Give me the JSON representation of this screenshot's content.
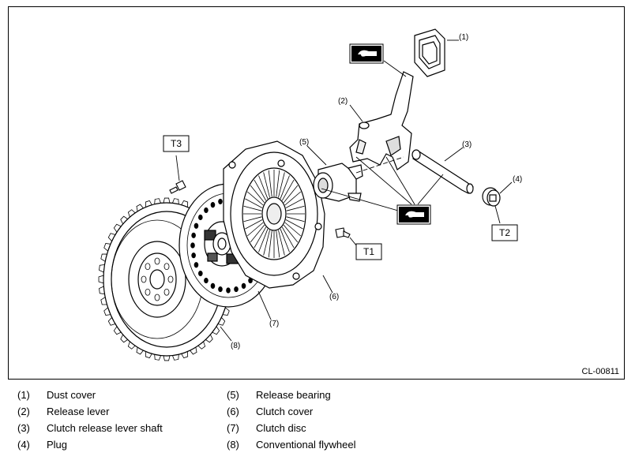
{
  "diagram": {
    "code": "CL-00811",
    "callouts": [
      "(1)",
      "(2)",
      "(3)",
      "(4)",
      "(5)",
      "(6)",
      "(7)",
      "(8)"
    ],
    "torque_labels": [
      "T1",
      "T2",
      "T3"
    ],
    "icons": [
      "grease-icon",
      "grease-icon"
    ]
  },
  "legend": {
    "items": [
      {
        "num": "(1)",
        "text": "Dust cover"
      },
      {
        "num": "(2)",
        "text": "Release lever"
      },
      {
        "num": "(3)",
        "text": "Clutch release lever shaft"
      },
      {
        "num": "(4)",
        "text": "Plug"
      },
      {
        "num": "(5)",
        "text": "Release bearing"
      },
      {
        "num": "(6)",
        "text": "Clutch cover"
      },
      {
        "num": "(7)",
        "text": "Clutch disc"
      },
      {
        "num": "(8)",
        "text": "Conventional flywheel"
      }
    ]
  }
}
